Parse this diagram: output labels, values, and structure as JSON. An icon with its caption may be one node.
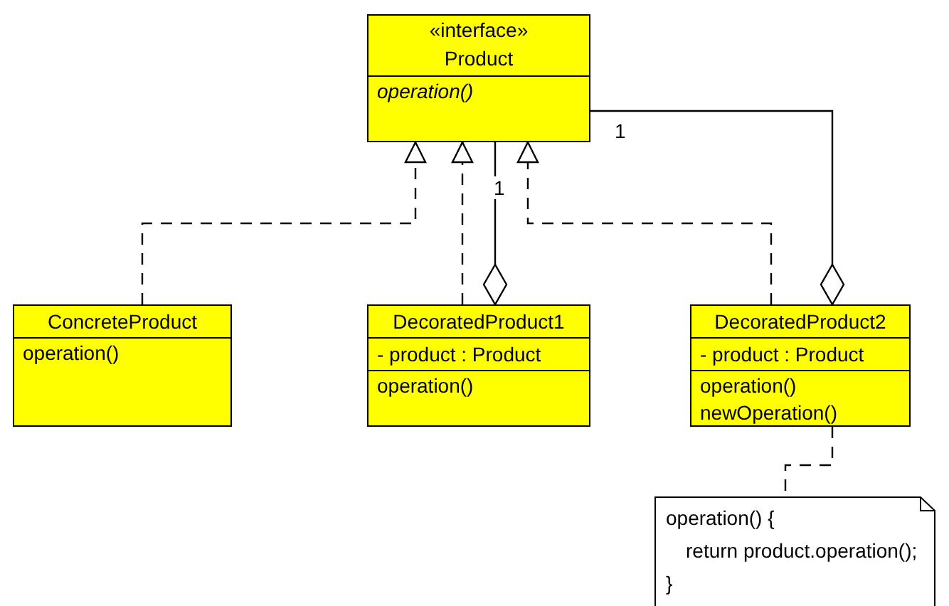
{
  "diagram": {
    "nodes": [
      {
        "text": [
          "«interface»",
          "Product",
          "operation()"
        ]
      },
      {
        "text": [
          "ConcreteProduct",
          "operation()"
        ]
      },
      {
        "text": [
          "DecoratedProduct1",
          "- product : Product",
          "operation()"
        ]
      },
      {
        "text": [
          "DecoratedProduct2",
          "- product : Product",
          "operation()",
          "newOperation()"
        ]
      },
      {
        "text": [
          "operation() {",
          "return product.operation();",
          "}"
        ]
      }
    ],
    "edges": [
      {
        "from": 1,
        "to": 0,
        "arrow": "to",
        "style": "dashed"
      },
      {
        "from": 2,
        "to": 0,
        "arrow": "to",
        "style": "dashed"
      },
      {
        "from": 3,
        "to": 0,
        "arrow": "to",
        "style": "dashed"
      },
      {
        "from": 0,
        "to": 2,
        "arrow": "other",
        "label": "1"
      },
      {
        "from": 0,
        "to": 3,
        "arrow": "other",
        "label": "1"
      },
      {
        "from": 3,
        "to": 4,
        "arrow": "none",
        "style": "dashed"
      }
    ]
  }
}
